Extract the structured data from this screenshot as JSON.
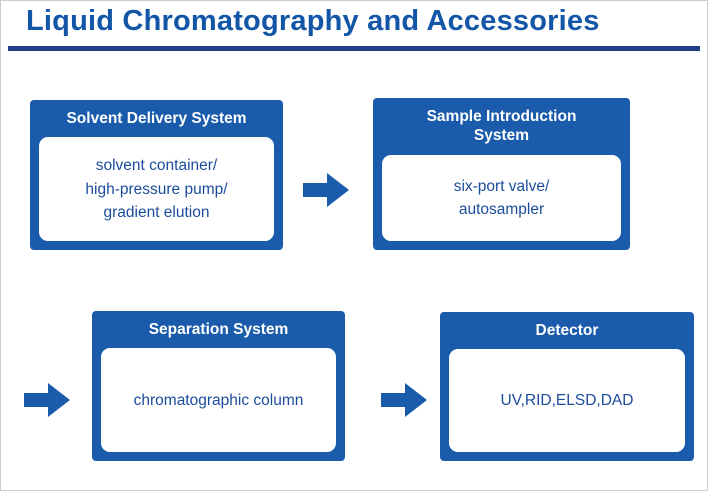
{
  "title": "Liquid Chromatography and Accessories",
  "colors": {
    "title_blue": "#1356a8",
    "rule_blue": "#1f3e85",
    "box_blue": "#1a5cab",
    "body_text_blue": "#1b4c9b",
    "arrow_blue": "#1a5cab"
  },
  "boxes": [
    {
      "header": "Solvent Delivery System",
      "body": "solvent container/\nhigh-pressure pump/\ngradient elution"
    },
    {
      "header": "Sample Introduction\nSystem",
      "body": "six-port valve/\nautosampler"
    },
    {
      "header": "Separation System",
      "body": "chromatographic column"
    },
    {
      "header": "Detector",
      "body": "UV,RID,ELSD,DAD"
    }
  ]
}
